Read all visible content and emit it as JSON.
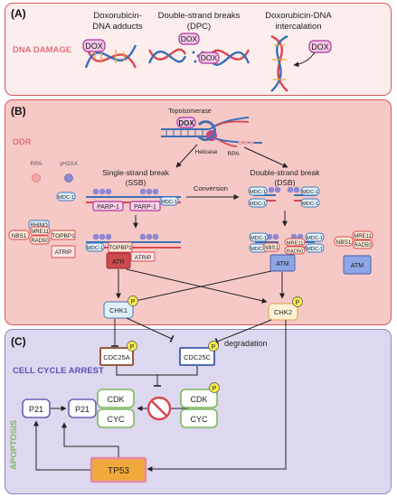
{
  "panels": {
    "a": {
      "letter": "(A)",
      "title": "DNA DAMAGE"
    },
    "b": {
      "letter": "(B)",
      "title": "DDR"
    },
    "c": {
      "letter": "(C)",
      "title": "CELL CYCLE ARREST",
      "side": "APOPTOSIS"
    }
  },
  "damage": {
    "adducts_l1": "Doxorubicin-",
    "adducts_l2": "DNA adducts",
    "dsb_l1": "Double-strand breaks",
    "dsb_l2": "(DPC)",
    "inter_l1": "Doxorubicin-DNA",
    "inter_l2": "intercalation",
    "dox": "DOX"
  },
  "ddr": {
    "topoisomerase": "Topoisomerase",
    "dox": "DOX",
    "helicase": "Helicase",
    "rpa_fork": "RPA",
    "legend_rpa": "RPA",
    "legend_h2ax": "γH2AX",
    "ssb_l1": "Single-strand break",
    "ssb_l2": "(SSB)",
    "dsb_l1": "Double-strand break",
    "dsb_l2": "(DSB)",
    "conversion": "Conversion",
    "mdc1": "MDC-1",
    "parp1": "PARP-1",
    "rhino": "RHINO",
    "mre11": "MRE11",
    "nbs1": "NBS1",
    "rad50": "RAD50",
    "topbp1": "TOPBP1",
    "atrip": "ATRIP",
    "atr": "ATR",
    "atm": "ATM",
    "chk1": "CHK1",
    "chk2": "CHK2",
    "p": "P"
  },
  "arrest": {
    "cdc25a": "CDC25A",
    "cdc25c": "CDC25C",
    "degradation": "degradation",
    "cdk": "CDK",
    "cyc": "CYC",
    "p21": "P21",
    "tp53": "TP53"
  },
  "colors": {
    "panel_a_bg": "#fdeeee",
    "panel_b_bg": "#f7c9c6",
    "panel_c_bg": "#ddd8ef",
    "accent_red": "#d9575d",
    "dox_pink": "#e55bb8",
    "tp53_orange": "#f2a93b",
    "atr_red": "#cc4a4f",
    "atm_blue": "#8fa6e4"
  }
}
